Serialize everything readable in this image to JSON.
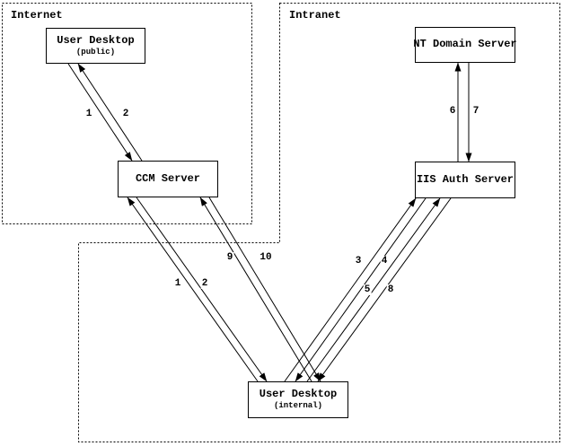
{
  "zones": {
    "internet": {
      "label": "Internet"
    },
    "intranet": {
      "label": "Intranet"
    }
  },
  "nodes": {
    "user_desktop_public": {
      "title": "User Desktop",
      "subtitle": "(public)"
    },
    "ccm_server": {
      "title": "CCM Server"
    },
    "nt_domain_server": {
      "title": "NT Domain Server"
    },
    "iis_auth_server": {
      "title": "IIS Auth Server"
    },
    "user_desktop_internal": {
      "title": "User Desktop",
      "subtitle": "(internal)"
    }
  },
  "edges": [
    {
      "label": "1",
      "from": "User Desktop (public)",
      "to": "CCM Server"
    },
    {
      "label": "2",
      "from": "CCM Server",
      "to": "User Desktop (public)"
    },
    {
      "label": "1",
      "from": "User Desktop (internal)",
      "to": "CCM Server"
    },
    {
      "label": "2",
      "from": "CCM Server",
      "to": "User Desktop (internal)"
    },
    {
      "label": "9",
      "from": "User Desktop (internal)",
      "to": "CCM Server"
    },
    {
      "label": "10",
      "from": "CCM Server",
      "to": "User Desktop (internal)"
    },
    {
      "label": "3",
      "from": "User Desktop (internal)",
      "to": "IIS Auth Server"
    },
    {
      "label": "4",
      "from": "IIS Auth Server",
      "to": "User Desktop (internal)"
    },
    {
      "label": "5",
      "from": "User Desktop (internal)",
      "to": "IIS Auth Server"
    },
    {
      "label": "8",
      "from": "IIS Auth Server",
      "to": "User Desktop (internal)"
    },
    {
      "label": "6",
      "from": "IIS Auth Server",
      "to": "NT Domain Server"
    },
    {
      "label": "7",
      "from": "NT Domain Server",
      "to": "IIS Auth Server"
    }
  ],
  "colors": {
    "ink": "#000000",
    "background": "#ffffff"
  }
}
